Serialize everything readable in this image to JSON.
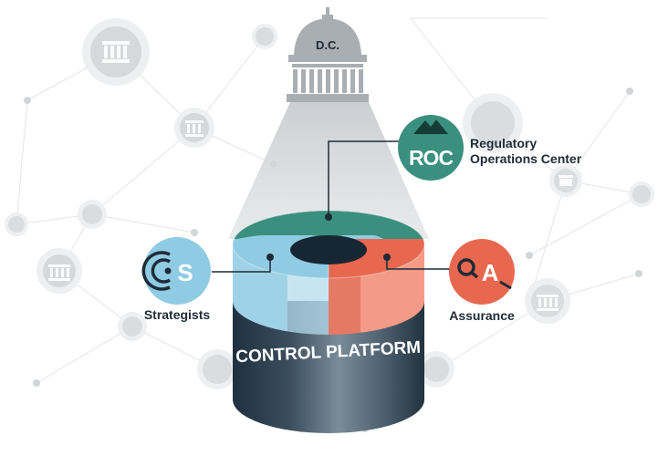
{
  "capitol": {
    "label": "D.C."
  },
  "platform": {
    "label": "CONTROL PLATFORM"
  },
  "nodes": {
    "roc": {
      "badge": "ROC",
      "label_line1": "Regulatory",
      "label_line2": "Operations Center",
      "color": "#3a8f7e"
    },
    "strategists": {
      "badge": "S",
      "label": "Strategists",
      "color": "#8fcbe3"
    },
    "assurance": {
      "badge": "A",
      "label": "Assurance",
      "color": "#e8674f"
    }
  },
  "colors": {
    "cylinder_dark": "#2c3e4d",
    "cylinder_mid": "#6c7e8c",
    "network": "#d0d3d6",
    "capitol": "#a9aeb3"
  }
}
